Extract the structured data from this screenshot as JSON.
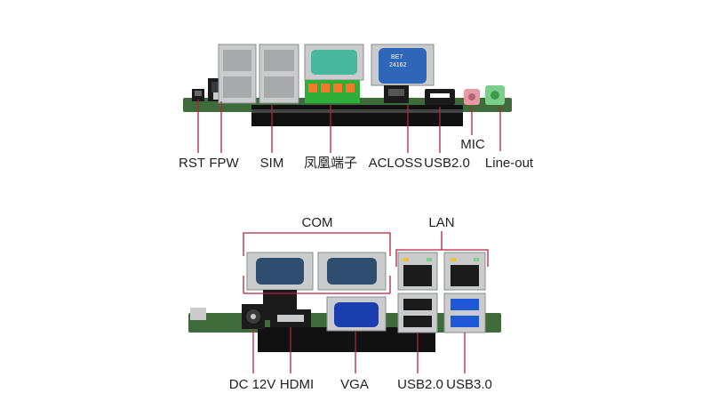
{
  "top_panel": {
    "labels": {
      "rst": "RST",
      "fpw": "FPW",
      "sim": "SIM",
      "phoenix": "凤凰端子",
      "acloss": "ACLOSS",
      "usb2": "USB2.0",
      "mic": "MIC",
      "line_out": "Line-out"
    },
    "db9_print": "BE7\n24162"
  },
  "bottom_panel": {
    "labels": {
      "com": "COM",
      "lan": "LAN",
      "dc12v": "DC 12V",
      "hdmi": "HDMI",
      "vga": "VGA",
      "usb2": "USB2.0",
      "usb3": "USB3.0"
    }
  },
  "colors": {
    "callout_line": "#b0243f",
    "pcb": "#3f6a3a",
    "metal": "#c9cbcd",
    "black": "#1b1b1b",
    "db9_blue": "#2f66b8",
    "vga_blue": "#1c3fb0",
    "usb3_blue": "#1e58d6",
    "phoenix_green": "#2fae3a",
    "phoenix_orange": "#f07a2a",
    "teal": "#48b79b",
    "pink": "#e79aa6",
    "led_red": "#e22a2a",
    "led_green": "#1f9a2f"
  }
}
